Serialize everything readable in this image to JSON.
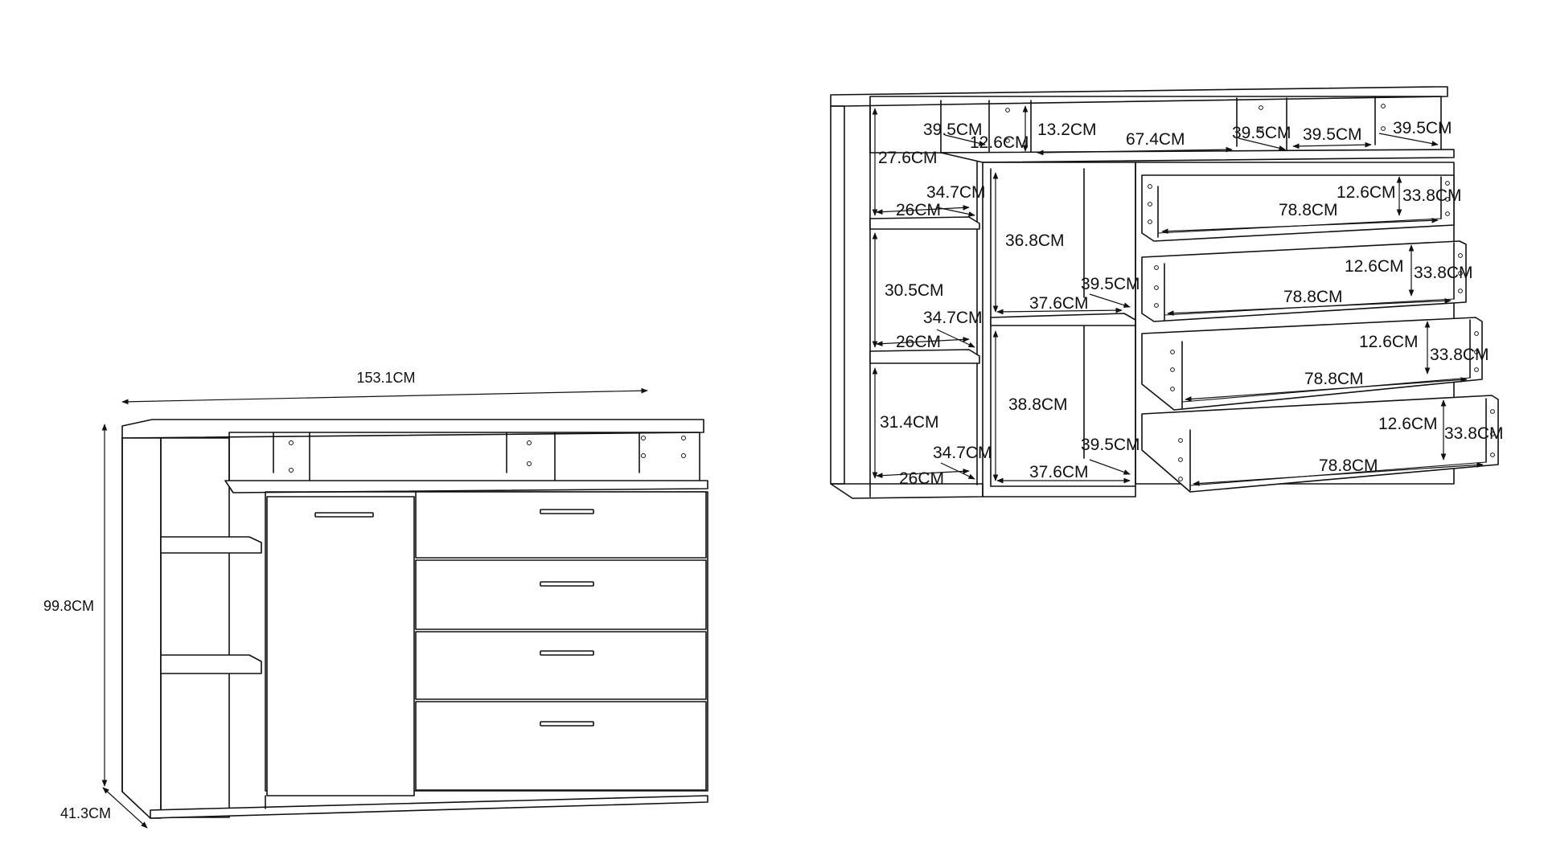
{
  "front_view": {
    "width_label": "153.1CM",
    "height_label": "99.8CM",
    "depth_label": "41.3CM"
  },
  "interior_view": {
    "labels": {
      "t1": "39.5CM",
      "t2": "12.6CM",
      "t3": "13.2CM",
      "t4": "67.4CM",
      "t5": "39.5CM",
      "t6": "39.5CM",
      "t7": "39.5CM",
      "s1_h": "27.6CM",
      "s1_d": "34.7CM",
      "s1_w": "26CM",
      "s2_h": "30.5CM",
      "s2_d": "34.7CM",
      "s2_w": "26CM",
      "s3_h": "31.4CM",
      "s3_d": "34.7CM",
      "s3_w": "26CM",
      "c1_h": "36.8CM",
      "c1_d": "39.5CM",
      "c1_w": "37.6CM",
      "c2_h": "38.8CM",
      "c2_d": "39.5CM",
      "c2_w": "37.6CM",
      "d1_h": "12.6CM",
      "d1_d": "33.8CM",
      "d1_w": "78.8CM",
      "d2_h": "12.6CM",
      "d2_d": "33.8CM",
      "d2_w": "78.8CM",
      "d3_h": "12.6CM",
      "d3_d": "33.8CM",
      "d3_w": "78.8CM",
      "d4_h": "12.6CM",
      "d4_d": "33.8CM",
      "d4_w": "78.8CM"
    }
  }
}
